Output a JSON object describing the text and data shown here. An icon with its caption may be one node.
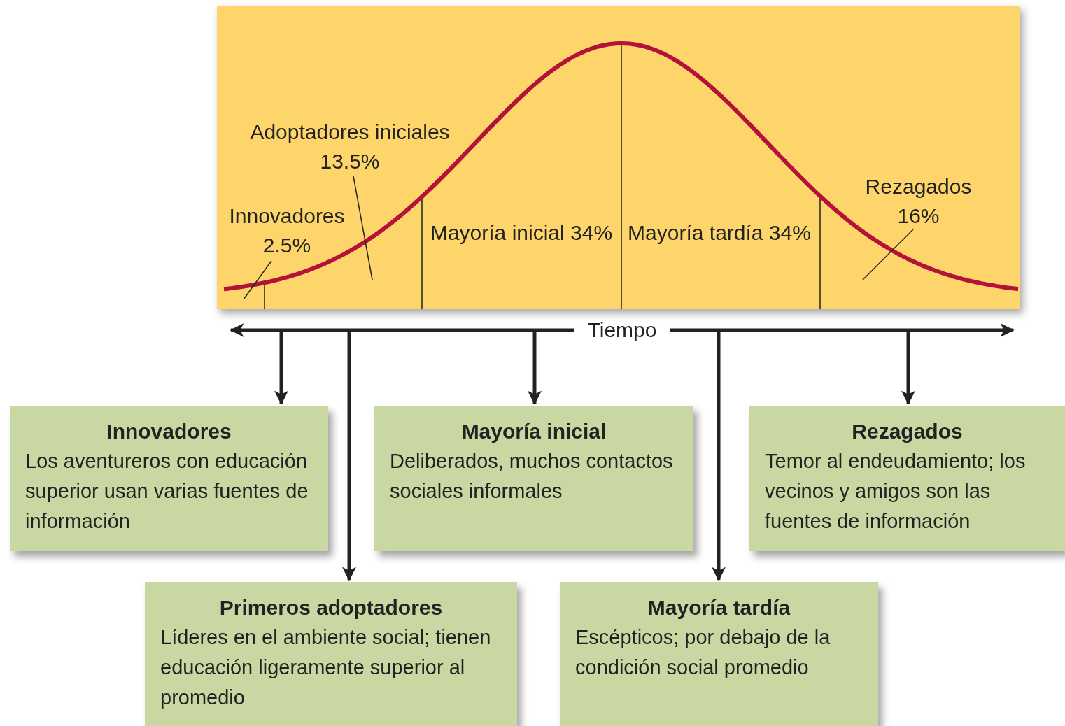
{
  "diagram": {
    "nodes": [
      {
        "text": [
          "Adoptadores iniciales 13.5%"
        ]
      },
      {
        "text": [
          "Innovadores 2.5%"
        ]
      },
      {
        "text": [
          "Rezagados 16%"
        ]
      },
      {
        "text": [
          "Innovadores",
          "Los aventureros con educación superior usan varias fuentes de información"
        ]
      },
      {
        "text": [
          "Mayoría inicial",
          "Deliberados, muchos contactos sociales informales"
        ]
      },
      {
        "text": [
          "Rezagados",
          "Temor al endeudamiento; los vecinos y amigos son las fuentes de información"
        ]
      },
      {
        "text": [
          "Primeros adoptadores",
          "Líderes en el ambiente social; tienen educación ligeramente superior al promedio"
        ]
      },
      {
        "text": [
          "Mayoría tardía",
          "Escépticos; por debajo de la condición social promedio"
        ]
      }
    ],
    "edges": [
      {
        "from": 0,
        "to": null,
        "arrow": "none"
      },
      {
        "from": 1,
        "to": null,
        "arrow": "none"
      },
      {
        "from": 2,
        "to": null,
        "arrow": "none"
      },
      {
        "from": null,
        "to": 3,
        "arrow": "to"
      },
      {
        "from": null,
        "to": 6,
        "arrow": "to"
      },
      {
        "from": null,
        "to": 4,
        "arrow": "to"
      },
      {
        "from": null,
        "to": 7,
        "arrow": "to"
      },
      {
        "from": null,
        "to": 5,
        "arrow": "to"
      }
    ],
    "labels": [
      "Mayoría inicial 34%",
      "Mayoría tardía 34%",
      "Tiempo"
    ]
  }
}
